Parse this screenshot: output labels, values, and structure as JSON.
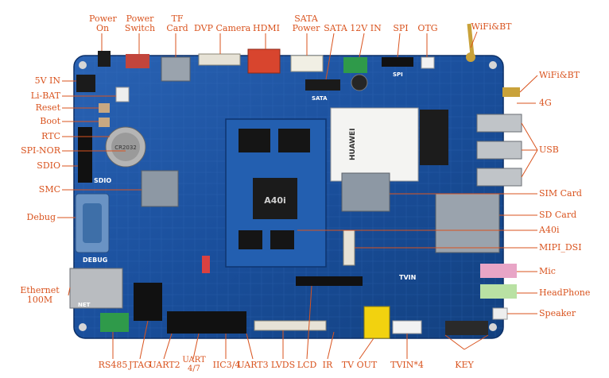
{
  "colors": {
    "board": "#1a4f9c",
    "board_dark": "#0f3a78",
    "label": "#d9531e",
    "leader": "#d9531e"
  },
  "labels": {
    "power_on": "Power\nOn",
    "power_switch": "Power\nSwitch",
    "tf_card": "TF\nCard",
    "dvp_camera": "DVP Camera",
    "hdmi": "HDMI",
    "sata_power": "SATA\nPower",
    "sata": "SATA",
    "in_12v": "12V IN",
    "spi": "SPI",
    "otg": "OTG",
    "wifi_bt_top": "WiFi&BT",
    "in_5v": "5V IN",
    "li_bat": "Li-BAT",
    "reset": "Reset",
    "boot": "Boot",
    "rtc": "RTC",
    "spi_nor": "SPI-NOR",
    "sdio": "SDIO",
    "smc": "SMC",
    "debug": "Debug",
    "ethernet": "Ethernet\n100M",
    "wifi_bt_right": "WiFi&BT",
    "g4": "4G",
    "usb": "USB",
    "sim_card": "SIM Card",
    "sd_card": "SD Card",
    "a40i": "A40i",
    "mipi_dsi": "MIPI_DSI",
    "mic": "Mic",
    "headphone": "HeadPhone",
    "speaker": "Speaker",
    "rs485": "RS485",
    "jtag": "JTAG",
    "uart2": "UART2",
    "uart47": "UART\n4/7",
    "iic34": "IIC3/4",
    "uart3": "UART3",
    "lvds": "LVDS",
    "lcd": "LCD",
    "ir": "IR",
    "tv_out": "TV OUT",
    "tvin4": "TVIN*4",
    "key": "KEY"
  },
  "silkscreen": {
    "debug": "DEBUG",
    "sdio": "SDIO",
    "sata": "SATA",
    "spi": "SPI",
    "a40i_chip": "A40i",
    "huawei": "HUAWEI",
    "tvin": "TVIN",
    "net": "NET",
    "rtc_cell": "CR2032"
  }
}
